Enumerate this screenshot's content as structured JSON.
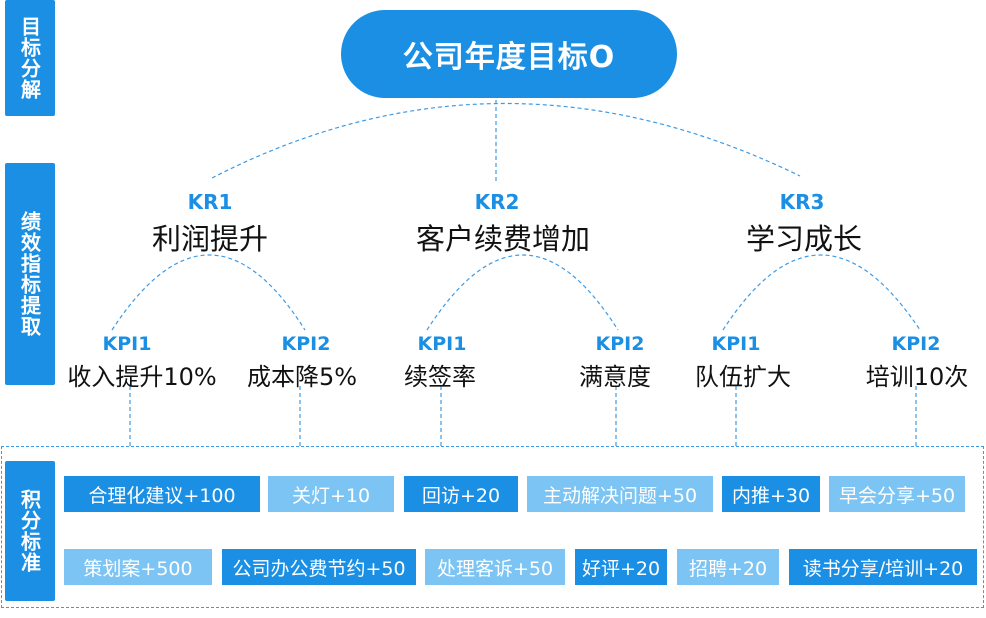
{
  "side_labels": {
    "goal": "目标分解",
    "kpi_extract": "绩效指标提取",
    "score": "积分标准"
  },
  "title": "公司年度目标O",
  "key_results": [
    {
      "code": "KR1",
      "name": "利润提升",
      "kpis": [
        {
          "code": "KPI1",
          "name": "收入提升10%"
        },
        {
          "code": "KPI2",
          "name": "成本降5%"
        }
      ]
    },
    {
      "code": "KR2",
      "name": "客户续费增加",
      "kpis": [
        {
          "code": "KPI1",
          "name": "续签率"
        },
        {
          "code": "KPI2",
          "name": "满意度"
        }
      ]
    },
    {
      "code": "KR3",
      "name": "学习成长",
      "kpis": [
        {
          "code": "KPI1",
          "name": "队伍扩大"
        },
        {
          "code": "KPI2",
          "name": "培训10次"
        }
      ]
    }
  ],
  "score_rows": [
    [
      "合理化建议+100",
      "关灯+10",
      "回访+20",
      "主动解决问题+50",
      "内推+30",
      "早会分享+50"
    ],
    [
      "策划案+500",
      "公司办公费节约+50",
      "处理客诉+50",
      "好评+20",
      "招聘+20",
      "读书分享/培训+20"
    ]
  ],
  "colors": {
    "accent": "#1a8fe3",
    "light_tag": "#7cc4f3",
    "text": "#111111"
  }
}
